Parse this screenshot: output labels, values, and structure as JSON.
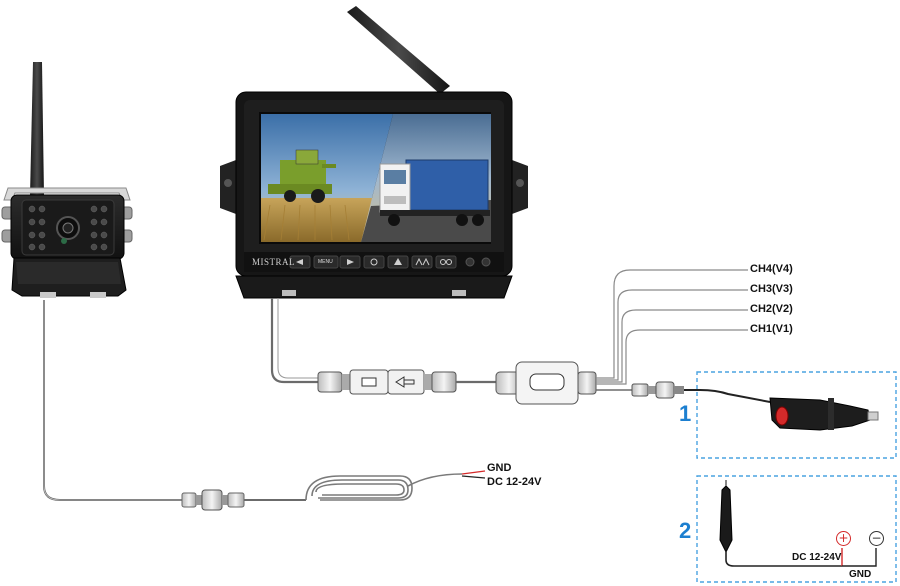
{
  "monitor": {
    "brand": "MISTRAL",
    "menu_label": "MENU",
    "buttons": [
      "left-arrow-icon",
      "menu",
      "right-arrow-icon",
      "power-icon",
      "up-icon",
      "mode-icon",
      "channel-icon"
    ]
  },
  "channels": [
    "CH4(V4)",
    "CH3(V3)",
    "CH2(V2)",
    "CH1(V1)"
  ],
  "camera_power": {
    "gnd": "GND",
    "dc": "DC 12-24V"
  },
  "options": [
    {
      "number": "1",
      "type": "cigarette-lighter-plug"
    },
    {
      "number": "2",
      "type": "hardwire",
      "dc_label": "DC 12-24V",
      "gnd_label": "GND",
      "plus_symbol": "+",
      "minus_symbol": "−"
    }
  ],
  "colors": {
    "option_number": "#1c7fd0",
    "option_box_border": "#4aa3e0",
    "plus_terminal": "#d42a2a",
    "power_red_wire": "#d42a2a"
  }
}
